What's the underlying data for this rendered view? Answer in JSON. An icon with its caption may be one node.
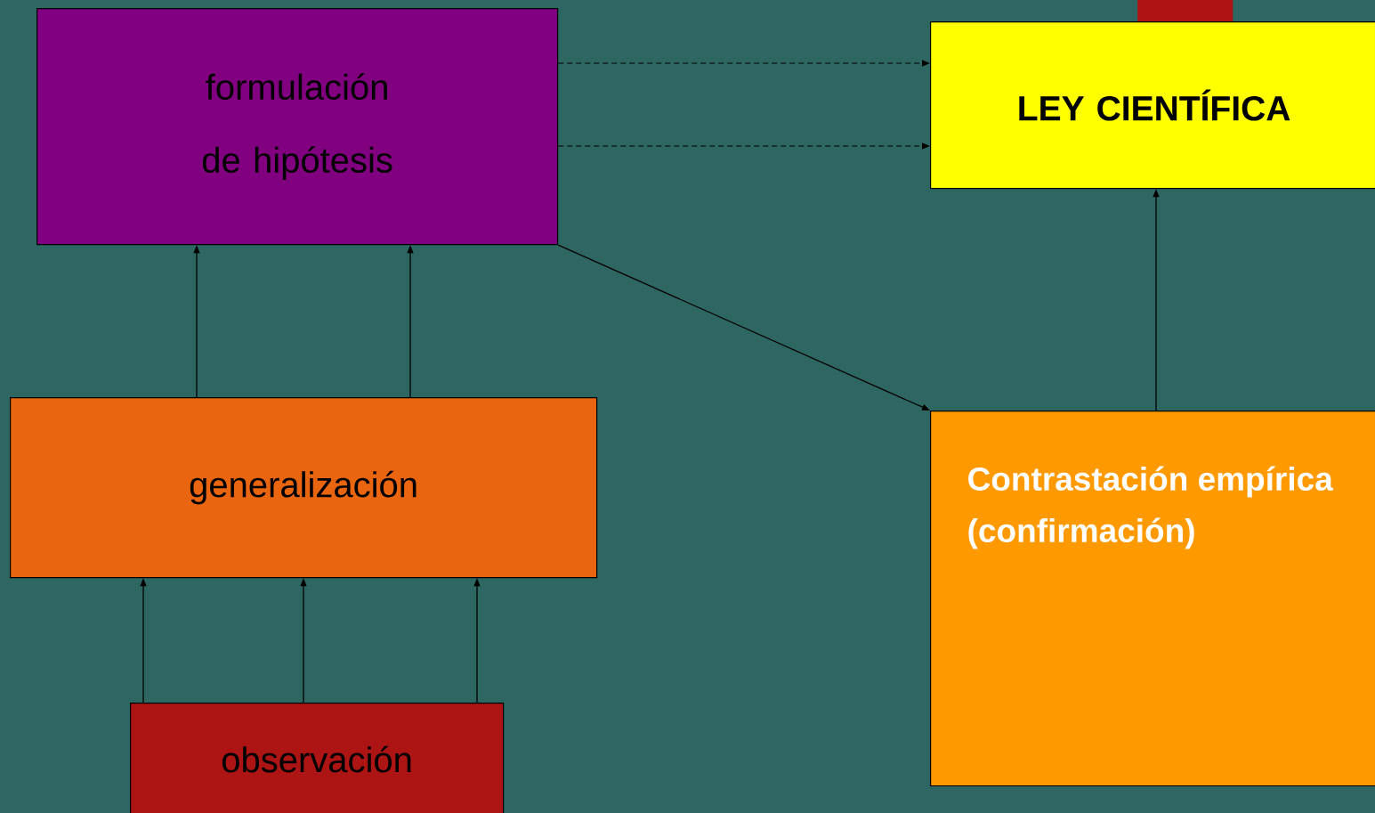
{
  "diagram": {
    "nodes": [
      {
        "text": [
          "formulación de hipótesis"
        ]
      },
      {
        "text": [],
        "shape": "box"
      },
      {
        "text": [
          "LEY CIENTÍFICA"
        ]
      },
      {
        "text": [
          "generalización"
        ]
      },
      {
        "text": [
          "Contrastación empírica (confirmación)"
        ]
      },
      {
        "text": [
          "observación"
        ]
      }
    ],
    "edges": [
      {
        "from": 3,
        "to": 0,
        "arrow": "to"
      },
      {
        "from": 3,
        "to": 0,
        "arrow": "to"
      },
      {
        "from": 5,
        "to": 3,
        "arrow": "to"
      },
      {
        "from": 5,
        "to": 3,
        "arrow": "to"
      },
      {
        "from": 5,
        "to": 3,
        "arrow": "to"
      },
      {
        "from": 0,
        "to": 2,
        "arrow": "to",
        "style": "dashed"
      },
      {
        "from": 0,
        "to": 2,
        "arrow": "to",
        "style": "dashed"
      },
      {
        "from": 0,
        "to": 4,
        "arrow": "to"
      },
      {
        "from": 4,
        "to": 2,
        "arrow": "to"
      }
    ]
  }
}
